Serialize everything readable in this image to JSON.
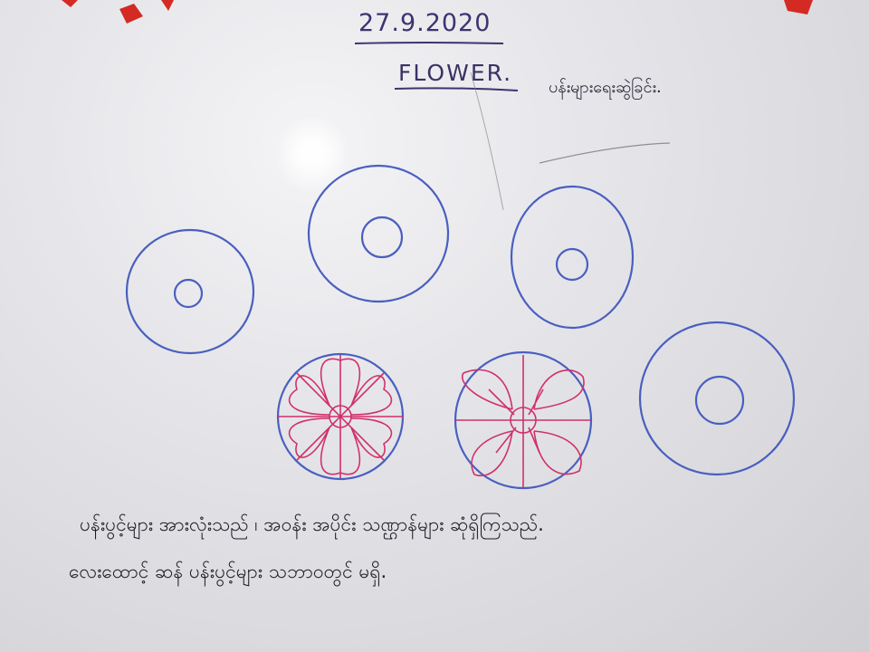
{
  "whiteboard": {
    "date": "27.9.2020",
    "heading": "FLOWER.",
    "subheading": "ပန်းများရေးဆွဲခြင်း.",
    "note_line_1": "ပန်းပွင့်များ အားလုံးသည် ၊ အဝန်း အပိုင်း သဏ္ဌာန်များ ဆုံရှိကြသည်.",
    "note_line_2": "လေးထောင့် ဆန် ပန်းပွင့်များ သဘာဝတွင် မရှိ."
  },
  "colors": {
    "board": "#dcdce0",
    "marker_blue": "#4a5fc0",
    "marker_red": "#d0306a",
    "marker_black": "#1e1a22",
    "magnet_red": "#d42a24"
  },
  "drawings": [
    {
      "name": "circle-left",
      "type": "ring"
    },
    {
      "name": "circle-top-middle",
      "type": "ring"
    },
    {
      "name": "circle-top-right",
      "type": "ring"
    },
    {
      "name": "flower-eight-petals",
      "type": "flower"
    },
    {
      "name": "flower-four-petals",
      "type": "flower"
    },
    {
      "name": "circle-bottom-right",
      "type": "ring"
    }
  ]
}
